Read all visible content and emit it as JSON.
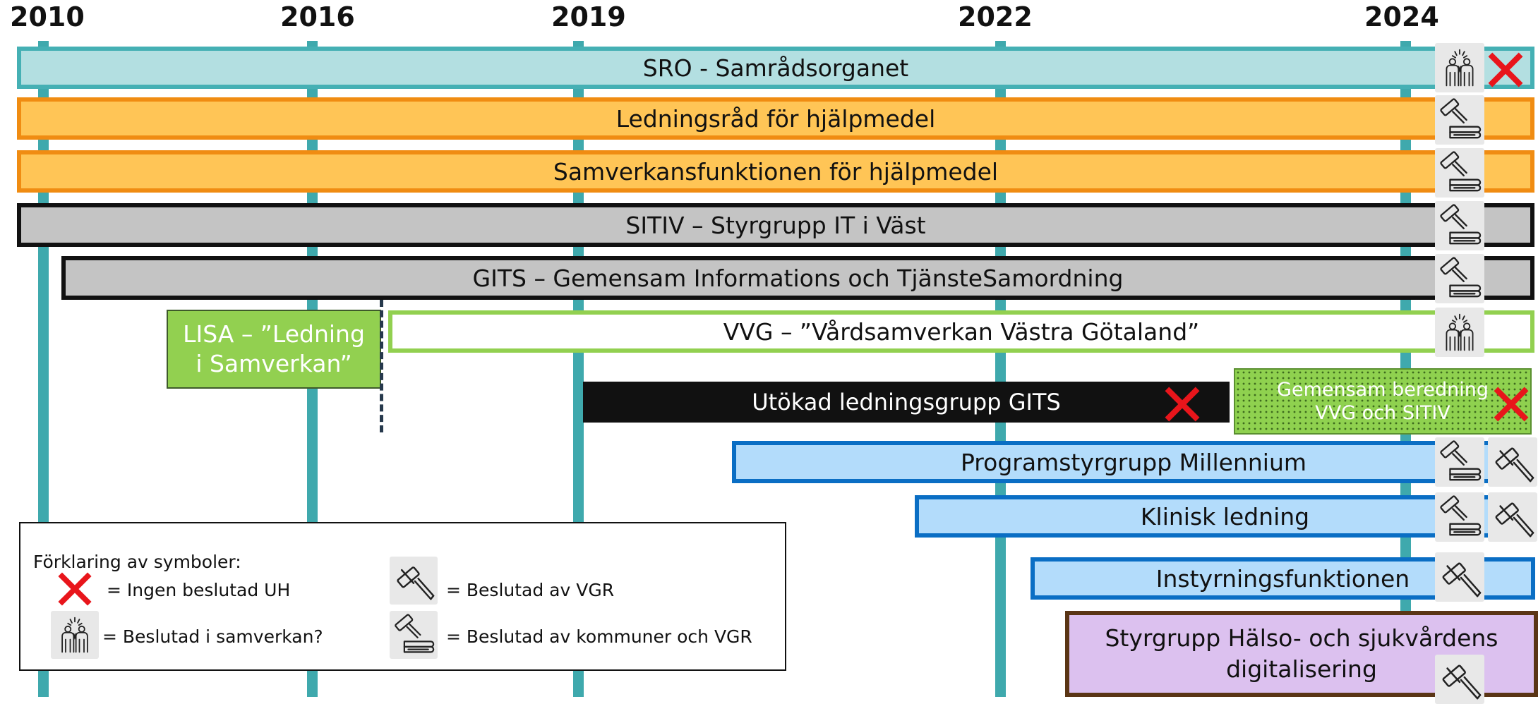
{
  "years": [
    "2010",
    "2016",
    "2019",
    "2022",
    "2024"
  ],
  "bars": {
    "sro": "SRO - Samrådsorganet",
    "ledningsrad": "Ledningsråd för hjälpmedel",
    "samverkansfunktionen": "Samverkansfunktionen för hjälpmedel",
    "sitiv": "SITIV – Styrgrupp IT i Väst",
    "gits": "GITS – Gemensam Informations och TjänsteSamordning",
    "lisa_line1": "LISA – ”Ledning",
    "lisa_line2": "i Samverkan”",
    "vvg": "VVG – ”Vårdsamverkan Västra Götaland”",
    "utokad": "Utökad ledningsgrupp GITS",
    "gemensam_line1": "Gemensam beredning",
    "gemensam_line2": "VVG och SITIV",
    "programstyrgrupp": "Programstyrgrupp Millennium",
    "klinisk": "Klinisk ledning",
    "instyrning": "Instyrningsfunktionen",
    "styrgrupp_line1": "Styrgrupp Hälso- och sjukvårdens",
    "styrgrupp_line2": "digitalisering"
  },
  "legend": {
    "title": "Förklaring av symboler:",
    "ingen": "= Ingen beslutad UH",
    "samverkan": "= Beslutad i samverkan?",
    "vgr": "= Beslutad av VGR",
    "kommuner": "= Beslutad av kommuner och VGR"
  },
  "icons": {
    "no_uh": "red-x-icon",
    "cooperation": "people-cooperation-icon",
    "vgr": "gavel-icon",
    "municipal_vgr": "gavel-on-block-icon"
  },
  "colors": {
    "timeline": "#3fa9ad",
    "sro": "#b3dfe1",
    "orange": "#ffc556",
    "grey": "#c4c4c4",
    "green": "#92d050",
    "blue": "#b3dcfb",
    "purple": "#dcc1ef",
    "red_x": "#e8151b"
  }
}
